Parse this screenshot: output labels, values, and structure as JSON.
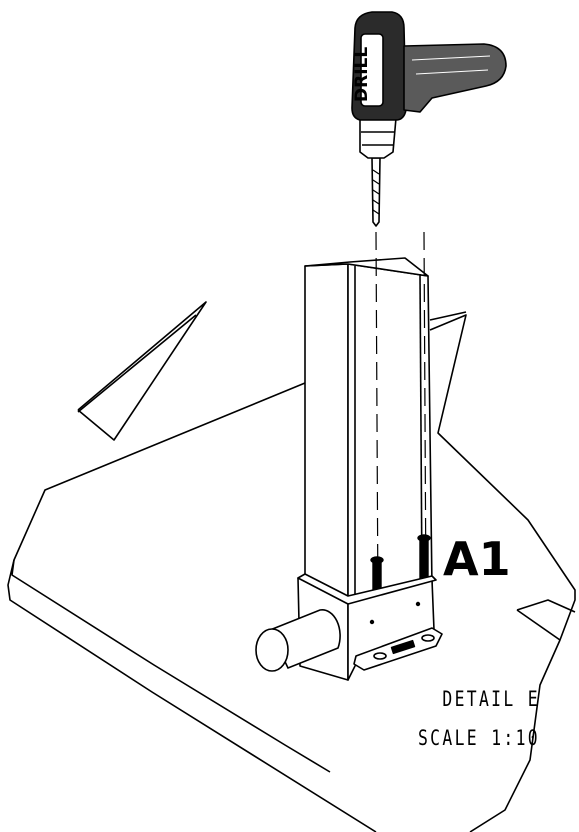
{
  "drill": {
    "brand_text": "DRILL"
  },
  "callout": {
    "label": "A1"
  },
  "detail": {
    "title": "DETAIL  E",
    "scale": "SCALE  1:10"
  },
  "colors": {
    "line": "#000000",
    "background": "#ffffff",
    "drill_body": "#2b2b2b",
    "drill_grip": "#5a5a5a"
  }
}
